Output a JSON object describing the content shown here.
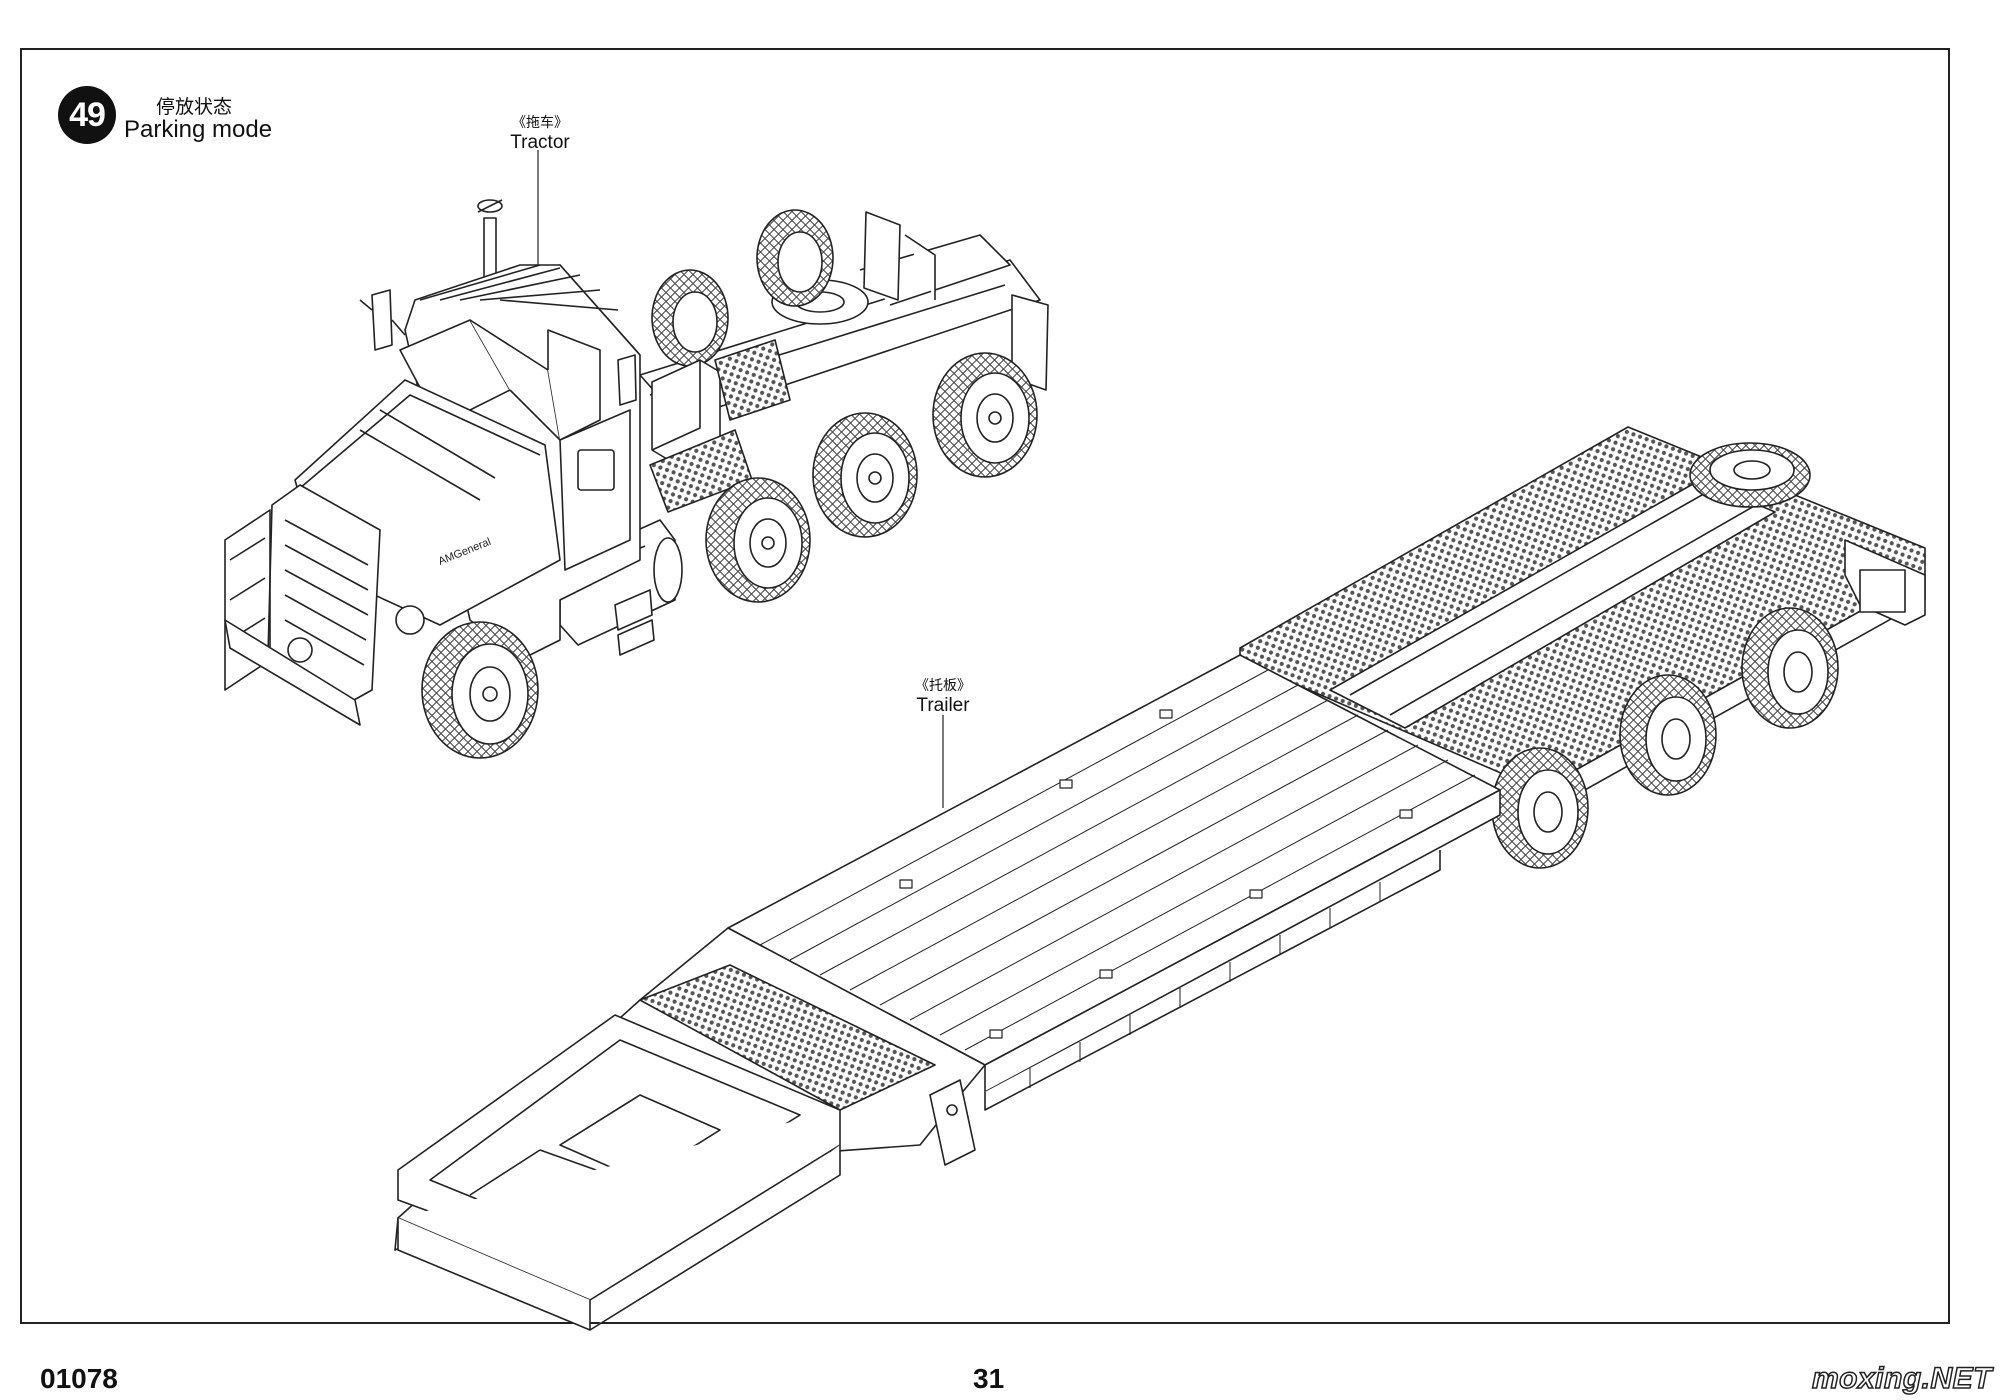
{
  "step": {
    "number": "49",
    "title_cn": "停放状态",
    "title_en": "Parking mode"
  },
  "callouts": {
    "tractor": {
      "cn": "《拖车》",
      "en": "Tractor"
    },
    "trailer": {
      "cn": "《托板》",
      "en": "Trailer"
    }
  },
  "footer": {
    "product_code": "01078",
    "page_number": "31",
    "watermark": "moxing.NET"
  },
  "colors": {
    "line": "#222222",
    "mesh": "#6e6e6e",
    "paper": "#ffffff"
  }
}
